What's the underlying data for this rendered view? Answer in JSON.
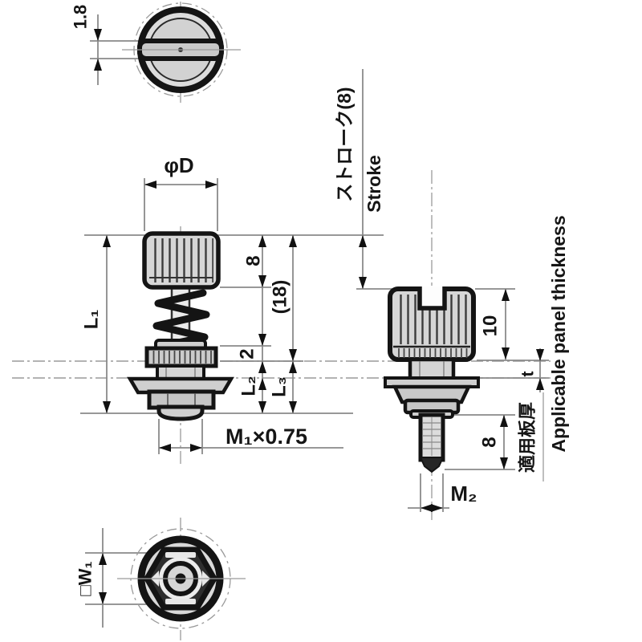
{
  "drawing": {
    "kind": "captive-panel-screw-dimension-drawing",
    "colors": {
      "line": "#141414",
      "dimension_line": "#8a8a8a",
      "body_fill": "#d6d6d6",
      "background": "#ffffff"
    },
    "labels": {
      "slot_width": "1.8",
      "head_diameter": "φD",
      "overall_length": "L₁",
      "head_height": "8",
      "free_height": "(18)",
      "clearance": "2",
      "length_l2": "L₂",
      "length_l3": "L₃",
      "mounting_thread": "M₁×0.75",
      "stroke_jp": "ストローク(8)",
      "stroke_en": "Stroke",
      "pressed_head_height": "10",
      "panel_thickness_symbol": "t",
      "panel_thickness_jp": "適用板厚",
      "panel_thickness_en": "Applicable panel thickness",
      "stud_thread_length": "8",
      "stud_thread": "M₂",
      "hex_width": "□W₁"
    }
  }
}
